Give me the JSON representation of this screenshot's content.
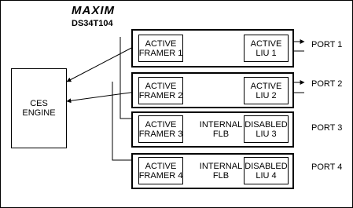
{
  "brand": {
    "logo_text": "MAXIM",
    "part_number": "DS34T104"
  },
  "ces_engine": {
    "label": "CES\nENGINE"
  },
  "channels": [
    {
      "framer": "ACTIVE\nFRAMER 1",
      "liu": "ACTIVE\nLIU 1",
      "port": "PORT 1",
      "flb": ""
    },
    {
      "framer": "ACTIVE\nFRAMER 2",
      "liu": "ACTIVE\nLIU 2",
      "port": "PORT 2",
      "flb": ""
    },
    {
      "framer": "ACTIVE\nFRAMER 3",
      "liu": "DISABLED\nLIU 3",
      "port": "PORT 3",
      "flb": "INTERNAL\nFLB"
    },
    {
      "framer": "ACTIVE\nFRAMER 4",
      "liu": "DISABLED\nLIU 4",
      "port": "PORT 4",
      "flb": "INTERNAL\nFLB"
    }
  ]
}
